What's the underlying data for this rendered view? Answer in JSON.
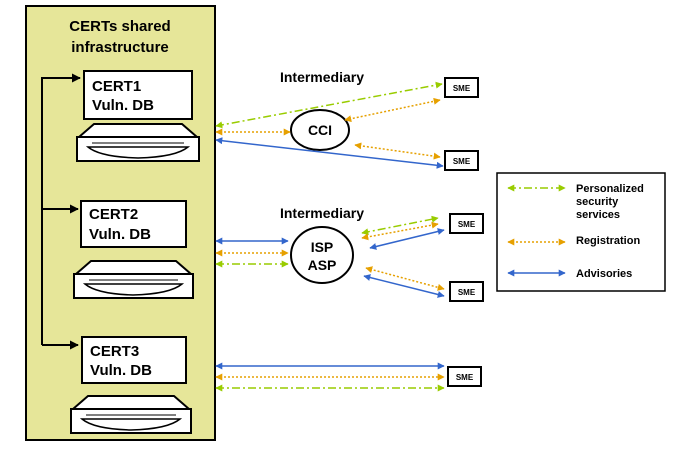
{
  "colors": {
    "panel_fill": "#e6e699",
    "personalized": "#99cc00",
    "registration": "#e6a000",
    "advisories": "#3366cc"
  },
  "infrastructure": {
    "title_line1": "CERTs shared",
    "title_line2": "infrastructure",
    "certs": [
      {
        "name": "CERT1",
        "db": "Vuln. DB"
      },
      {
        "name": "CERT2",
        "db": "Vuln. DB"
      },
      {
        "name": "CERT3",
        "db": "Vuln. DB"
      }
    ]
  },
  "intermediaries": [
    {
      "label": "Intermediary",
      "node_lines": [
        "CCI"
      ]
    },
    {
      "label": "Intermediary",
      "node_lines": [
        "ISP",
        "ASP"
      ]
    }
  ],
  "sme_label": "SME",
  "legend": {
    "items": [
      {
        "key": "personalized",
        "lines": [
          "Personalized",
          "security",
          "services"
        ],
        "icon": "dash-dot-arrow-icon"
      },
      {
        "key": "registration",
        "lines": [
          "Registration"
        ],
        "icon": "dotted-arrow-icon"
      },
      {
        "key": "advisories",
        "lines": [
          "Advisories"
        ],
        "icon": "solid-arrow-icon"
      }
    ]
  }
}
